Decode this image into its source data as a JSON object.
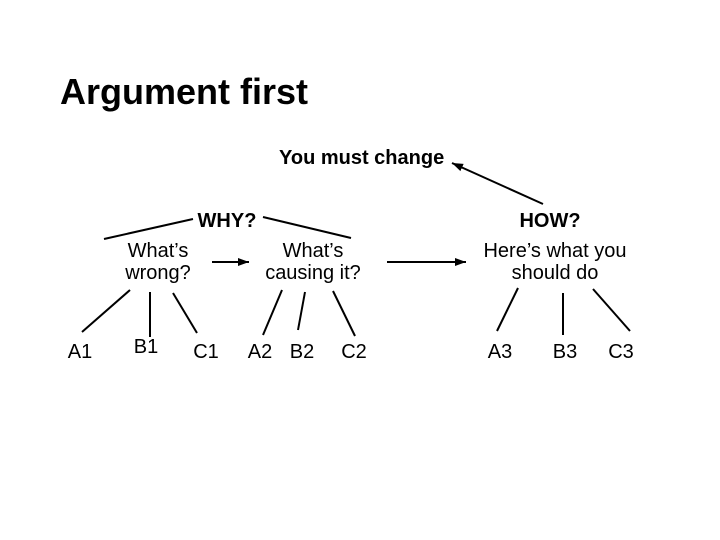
{
  "slide": {
    "title": "Argument first",
    "root": {
      "label": "You must change"
    },
    "why": {
      "label": "WHY?",
      "children": [
        {
          "line1": "What’s",
          "line2": "wrong?"
        },
        {
          "line1": "What’s",
          "line2": "causing it?"
        }
      ]
    },
    "how": {
      "label": "HOW?",
      "child": {
        "line1": "Here’s what you",
        "line2": "should do"
      }
    },
    "leaves": [
      "A1",
      "B1",
      "C1",
      "A2",
      "B2",
      "C2",
      "A3",
      "B3",
      "C3"
    ]
  },
  "colors": {
    "text": "#000000",
    "background": "#ffffff"
  }
}
